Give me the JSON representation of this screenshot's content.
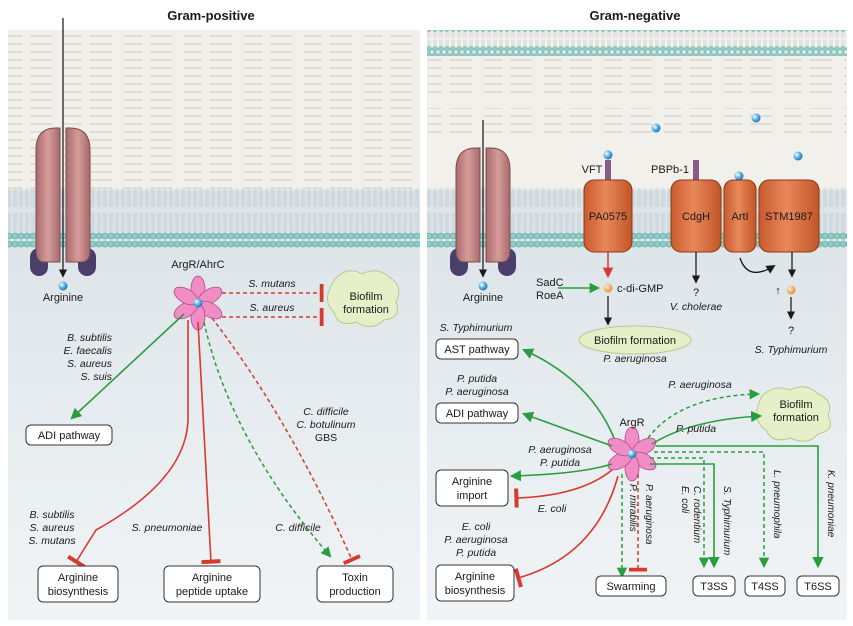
{
  "panels": {
    "left_title": "Gram-positive",
    "right_title": "Gram-negative"
  },
  "left": {
    "arginine": "Arginine",
    "regulator": "ArgR/AhrC",
    "biofilm": [
      "Biofilm",
      "formation"
    ],
    "s_mutans": "S. mutans",
    "s_aureus": "S. aureus",
    "adi_species": [
      "B. subtilis",
      "E. faecalis",
      "S. aureus",
      "S. suis"
    ],
    "adi_box": "ADI pathway",
    "toxin_species": [
      "C. difficile",
      "C. botulinum",
      "GBS"
    ],
    "biosyn_species": [
      "B. subtilis",
      "S. aureus",
      "S. mutans"
    ],
    "pneumoniae": "S. pneumoniae",
    "c_difficile": "C. difficile",
    "box_biosynthesis": [
      "Arginine",
      "biosynthesis"
    ],
    "box_peptide": [
      "Arginine",
      "peptide uptake"
    ],
    "box_toxin": [
      "Toxin",
      "production"
    ]
  },
  "right": {
    "arginine": "Arginine",
    "vft": "VFT",
    "pbpb": "PBPb-1",
    "pa0575": "PA0575",
    "cdgh": "CdgH",
    "arti": "ArtI",
    "stm1987": "STM1987",
    "sadc": "SadC",
    "roea": "RoeA",
    "cdigmp": "c-di-GMP",
    "q1": "?",
    "v_cholerae": "V. cholerae",
    "up_arrow": "↑",
    "q2": "?",
    "s_typh_bottom": "S. Typhimurium",
    "biofilm_pa": "Biofilm formation",
    "p_aeruginosa_label": "P. aeruginosa",
    "regulator": "ArgR",
    "ast_species": "S. Typhimurium",
    "ast_box": "AST pathway",
    "adi_species": [
      "P. putida",
      "P. aeruginosa"
    ],
    "adi_box": "ADI pathway",
    "import_species": [
      "P. aeruginosa",
      "P. putida"
    ],
    "import_box": [
      "Arginine",
      "import"
    ],
    "e_coli": "E. coli",
    "biosyn_species": [
      "E. coli",
      "P. aeruginosa",
      "P. putida"
    ],
    "biosyn_box": [
      "Arginine",
      "biosynthesis"
    ],
    "biofilm2_pa": "P. aeruginosa",
    "biofilm2_pp": "P. putida",
    "biofilm2": [
      "Biofilm",
      "formation"
    ],
    "p_mirabilis": "P. mirabilis",
    "p_aeruginosa_v": "P. aeruginosa",
    "t3_ecoli": "E. coli",
    "t3_crod": "C. rodentium",
    "t3_styph": "S. Typhimurium",
    "l_pneumophila": "L. pneumophila",
    "k_pneumoniae": "K. pneumoniae",
    "swarming": "Swarming",
    "t3ss": "T3SS",
    "t4ss": "T4SS",
    "t6ss": "T6SS"
  },
  "colors": {
    "green": "#2a9d3f",
    "red": "#d63a2f",
    "protein": "#d86f3f",
    "channel": "#c98a88",
    "flower": "#f28cc6",
    "blob": "#e6f0c8"
  }
}
